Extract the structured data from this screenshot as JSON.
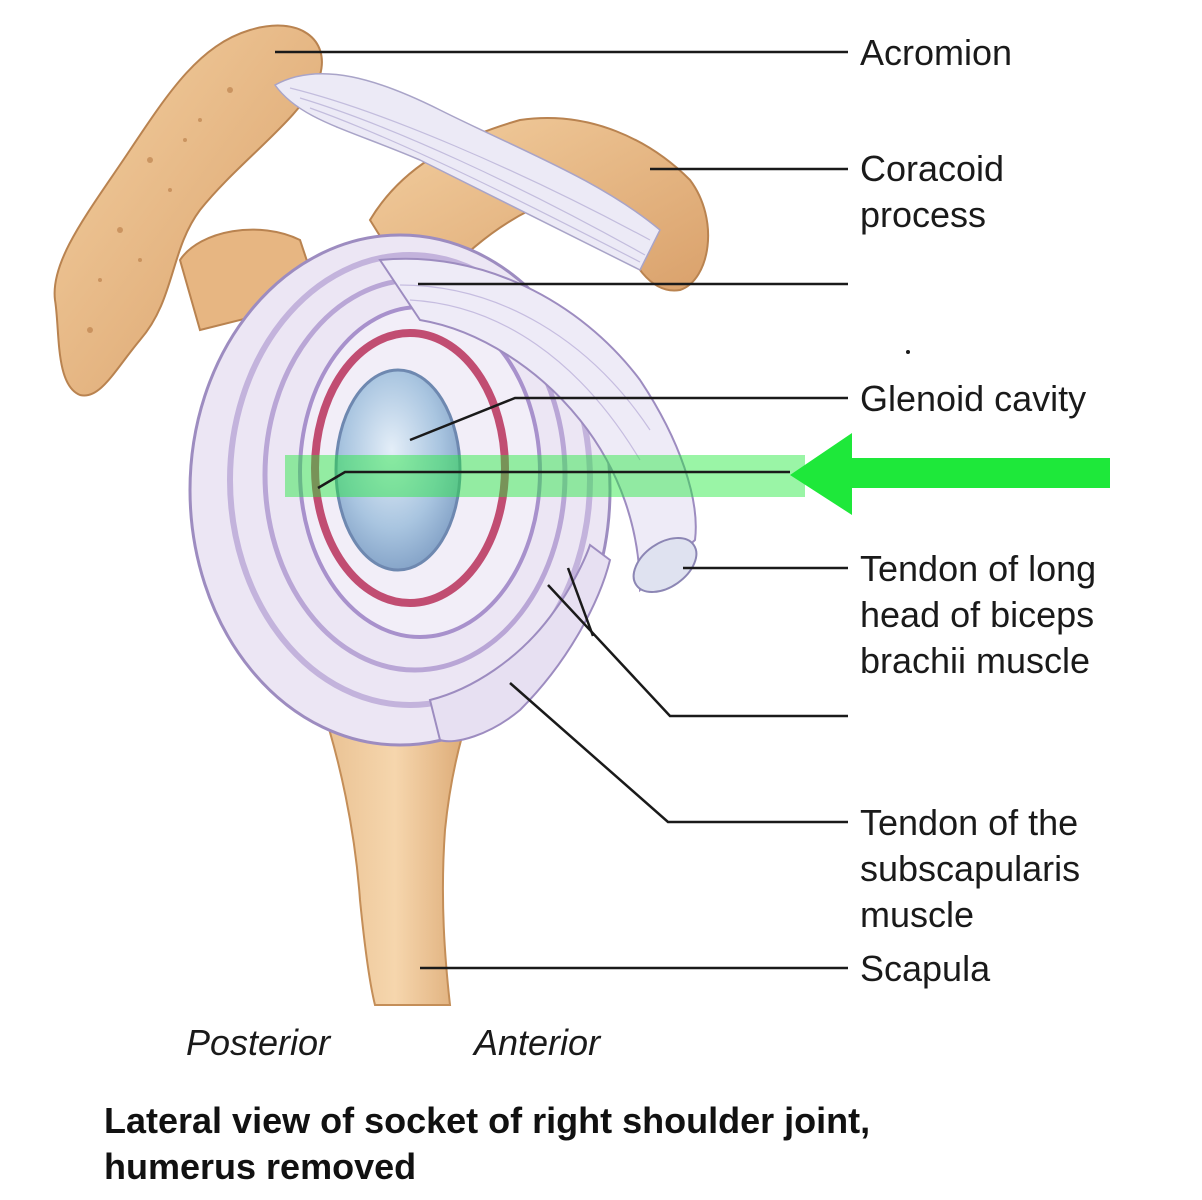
{
  "labels": {
    "acromion": "Acromion",
    "coracoid": "Coracoid\nprocess",
    "glenoid": "Glenoid cavity",
    "biceps_tendon": "Tendon of long\nhead of biceps\nbrachii muscle",
    "subscapularis": "Tendon of the\nsubscapularis\nmuscle",
    "scapula": "Scapula"
  },
  "orientation": {
    "posterior": "Posterior",
    "anterior": "Anterior"
  },
  "caption": "Lateral view of socket of right shoulder joint,\nhumerus removed",
  "colors": {
    "bone": "#e8b987",
    "bone_shadow": "#c98e55",
    "labrum": "#e4ddf0",
    "labrum_stripe": "#b08ac8",
    "red_rim": "#b8305a",
    "cartilage": "#a9c5e0",
    "highlight_arrow": "#1ee83a",
    "leader_line": "#1a1a1a"
  }
}
